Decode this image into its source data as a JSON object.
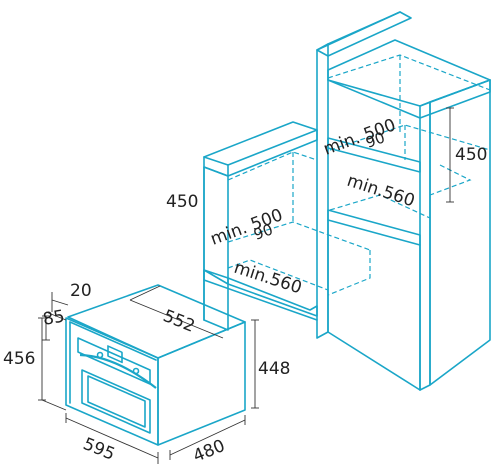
{
  "colors": {
    "outline": "#1aa6c8",
    "dimension_line": "#333333",
    "label_text": "#222222"
  },
  "icons": {
    "oven": "oven-icon",
    "cabinet_low": "cabinet-icon",
    "cabinet_tall": "tall-cabinet-icon"
  },
  "oven_dims": {
    "depth_top": "20",
    "panel_height": "85",
    "height_front": "456",
    "width_top": "552",
    "height_body": "448",
    "width_front": "595",
    "depth_side": "480"
  },
  "undercounter_cabinet": {
    "height": "450",
    "min_depth": "min. 500",
    "vent_gap": "90",
    "min_width": "min.560"
  },
  "tall_cabinet": {
    "height": "450",
    "min_depth": "min. 500",
    "vent_gap": "90",
    "min_width": "min.560"
  }
}
